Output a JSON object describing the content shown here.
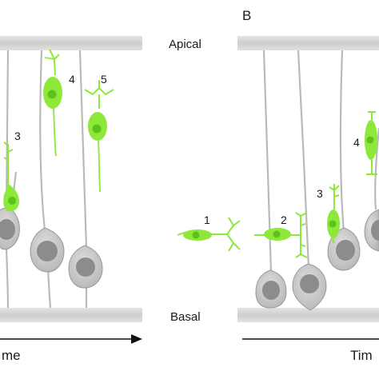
{
  "labels": {
    "panel_b": "B",
    "apical": "Apical",
    "basal": "Basal",
    "time_left": "me",
    "time_right": "Tim"
  },
  "cell_numbers": {
    "left": [
      "3",
      "4",
      "5"
    ],
    "right": [
      "1",
      "2",
      "3",
      "4"
    ]
  },
  "colors": {
    "migrating_cell": "#8ee83a",
    "migrating_nucleus": "#5cc21c",
    "radial_fiber": "#b9b9b9",
    "glia_body": "#c9c9c9",
    "glia_nucleus": "#8c8c8c",
    "surface_bar": "#cfcfcf",
    "arrow": "#111111"
  }
}
